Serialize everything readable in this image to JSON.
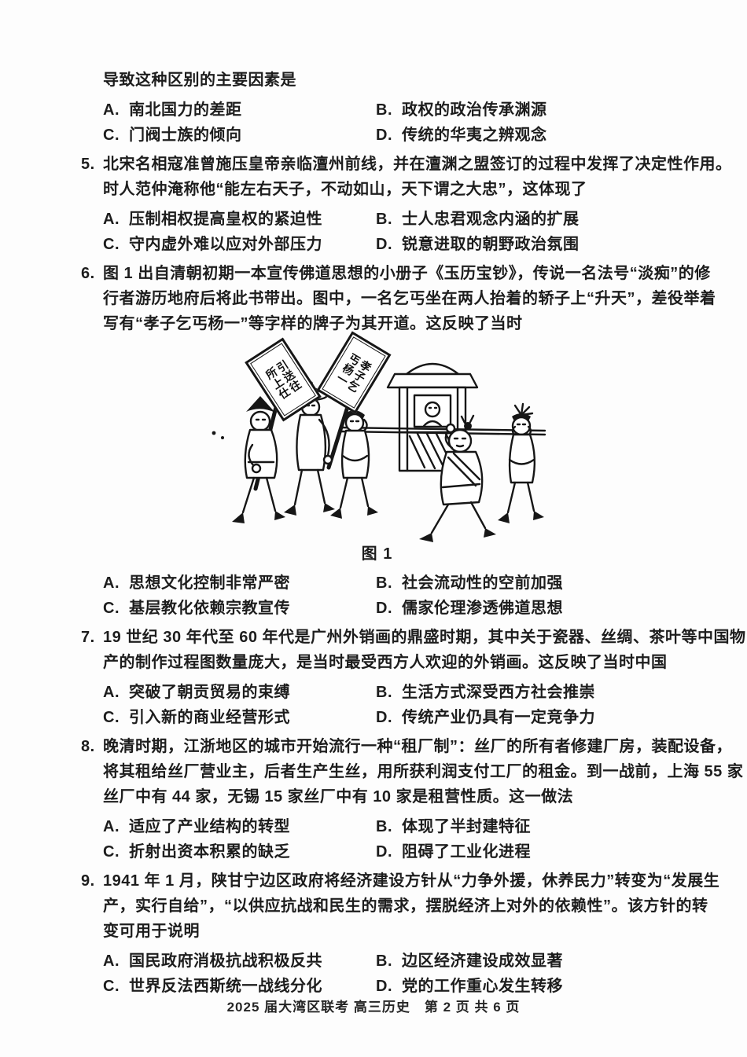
{
  "footer": {
    "text": "2025 届大湾区联考 高三历史　第 2 页 共 6 页"
  },
  "q4_tail": {
    "stem": "导致这种区别的主要因素是",
    "options": [
      {
        "letter": "A.",
        "text": "南北国力的差距"
      },
      {
        "letter": "B.",
        "text": "政权的政治传承渊源"
      },
      {
        "letter": "C.",
        "text": "门阀士族的倾向"
      },
      {
        "letter": "D.",
        "text": "传统的华夷之辨观念"
      }
    ]
  },
  "q5": {
    "number": "5.",
    "lines": [
      "北宋名相寇准曾施压皇帝亲临澶州前线，并在澶渊之盟签订的过程中发挥了决定性作用。",
      "时人范仲淹称他“能左右天子，不动如山，天下谓之大忠”，这体现了"
    ],
    "options": [
      {
        "letter": "A.",
        "text": "压制相权提高皇权的紧迫性"
      },
      {
        "letter": "B.",
        "text": "士人忠君观念内涵的扩展"
      },
      {
        "letter": "C.",
        "text": "守内虚外难以应对外部压力"
      },
      {
        "letter": "D.",
        "text": "锐意进取的朝野政治氛围"
      }
    ]
  },
  "q6": {
    "number": "6.",
    "lines": [
      "图 1 出自清朝初期一本宣传佛道思想的小册子《玉历宝钞》，传说一名法号“淡痴”的修",
      "行者游历地府后将此书带出。图中，一名乞丐坐在两人抬着的轿子上“升天”，差役举着",
      "写有“孝子乞丐杨一”等字样的牌子为其开道。这反映了当时"
    ],
    "figure": {
      "caption": "图 1",
      "sign_left": {
        "col_right": "引送往",
        "col_left": "所上仕"
      },
      "sign_right": {
        "col_right": "孝子乞",
        "col_left": "丐杨一"
      }
    },
    "options": [
      {
        "letter": "A.",
        "text": "思想文化控制非常严密"
      },
      {
        "letter": "B.",
        "text": "社会流动性的空前加强"
      },
      {
        "letter": "C.",
        "text": "基层教化依赖宗教宣传"
      },
      {
        "letter": "D.",
        "text": "儒家伦理渗透佛道思想"
      }
    ]
  },
  "q7": {
    "number": "7.",
    "lines": [
      "19 世纪 30 年代至 60 年代是广州外销画的鼎盛时期，其中关于瓷器、丝绸、茶叶等中国物",
      "产的制作过程图数量庞大，是当时最受西方人欢迎的外销画。这反映了当时中国"
    ],
    "options": [
      {
        "letter": "A.",
        "text": "突破了朝贡贸易的束缚"
      },
      {
        "letter": "B.",
        "text": "生活方式深受西方社会推崇"
      },
      {
        "letter": "C.",
        "text": "引入新的商业经营形式"
      },
      {
        "letter": "D.",
        "text": "传统产业仍具有一定竞争力"
      }
    ]
  },
  "q8": {
    "number": "8.",
    "lines": [
      "晚清时期，江浙地区的城市开始流行一种“租厂制”：丝厂的所有者修建厂房，装配设备，",
      "将其租给丝厂营业主，后者生产生丝，用所获利润支付工厂的租金。到一战前，上海 55 家",
      "丝厂中有 44 家，无锡 15 家丝厂中有 10 家是租营性质。这一做法"
    ],
    "options": [
      {
        "letter": "A.",
        "text": "适应了产业结构的转型"
      },
      {
        "letter": "B.",
        "text": "体现了半封建特征"
      },
      {
        "letter": "C.",
        "text": "折射出资本积累的缺乏"
      },
      {
        "letter": "D.",
        "text": "阻碍了工业化进程"
      }
    ]
  },
  "q9": {
    "number": "9.",
    "lines": [
      "1941 年 1 月，陕甘宁边区政府将经济建设方针从“力争外援，休养民力”转变为“发展生",
      "产，实行自给”，“以供应抗战和民生的需求，摆脱经济上对外的依赖性”。该方针的转",
      "变可用于说明"
    ],
    "options": [
      {
        "letter": "A.",
        "text": "国民政府消极抗战积极反共"
      },
      {
        "letter": "B.",
        "text": "边区经济建设成效显著"
      },
      {
        "letter": "C.",
        "text": "世界反法西斯统一战线分化"
      },
      {
        "letter": "D.",
        "text": "党的工作重心发生转移"
      }
    ]
  }
}
